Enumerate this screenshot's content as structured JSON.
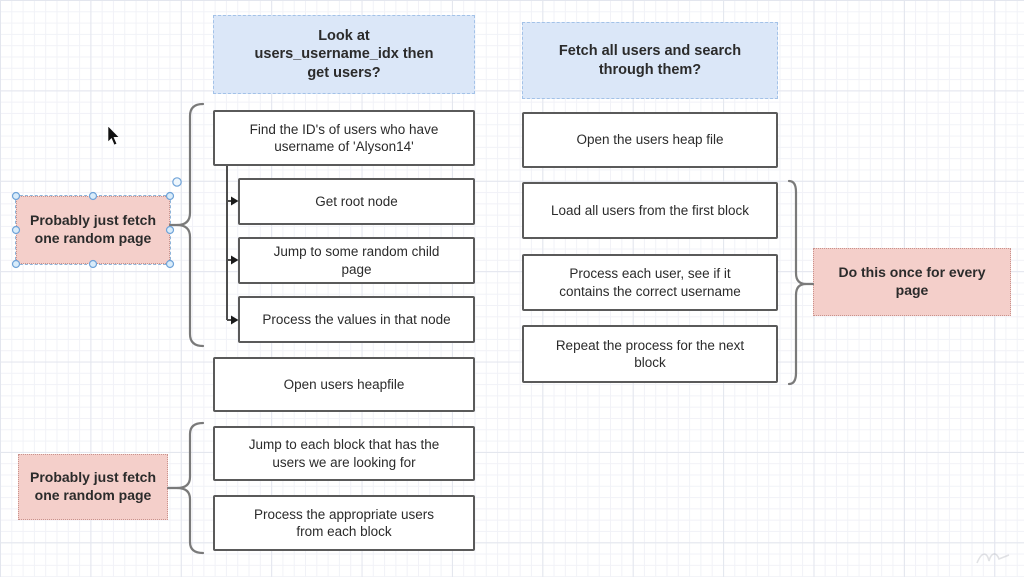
{
  "palette": {
    "blue_fill": "#dbe7f8",
    "blue_border": "#a3c2e8",
    "pink_fill": "#f4cfca",
    "pink_border": "#c9928c",
    "box_border": "#5a5a5a",
    "text_color": "#2b2b2b",
    "brace_color": "#7a7a7a"
  },
  "index_branch": {
    "header": "Look at\nusers_username_idx then\nget users?",
    "steps": {
      "find_ids": "Find the ID's of users who have\nusername of 'Alyson14'",
      "get_root": "Get root node",
      "jump_child": "Jump to some random child\npage",
      "process_values": "Process the values in that node",
      "open_heapfile": "Open users heapfile",
      "jump_each_block": "Jump to each block that has the\nusers we are looking for",
      "process_appropriate": "Process the appropriate users\nfrom each block"
    },
    "annotations": {
      "fetch_random_top": "Probably just fetch\none random page",
      "fetch_random_bottom": "Probably just fetch\none random page"
    }
  },
  "scan_branch": {
    "header": "Fetch all users and search\nthrough them?",
    "steps": {
      "open_heap_file": "Open the users heap file",
      "load_all_users": "Load all users from the first block",
      "process_each_user": "Process each user, see if it\ncontains the correct username",
      "repeat_process": "Repeat the process for the next\nblock"
    },
    "annotations": {
      "once_per_page": "Do this once for every\npage"
    }
  }
}
